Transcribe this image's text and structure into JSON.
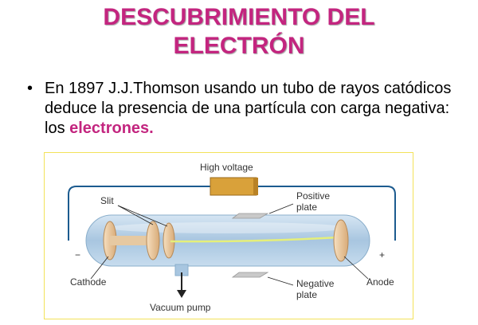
{
  "title": {
    "line1": "DESCUBRIMIENTO DEL",
    "line2": "ELECTRÓN"
  },
  "bullet": {
    "symbol": "•",
    "text": "En 1897 J.J.Thomson usando un tubo de rayos catódicos deduce la presencia de una partícula con carga negativa: los ",
    "highlight": "electrones."
  },
  "diagram": {
    "high_voltage": "High voltage",
    "slit": "Slit",
    "positive_plate_1": "Positive",
    "positive_plate_2": "plate",
    "negative_plate_1": "Negative",
    "negative_plate_2": "plate",
    "cathode": "Cathode",
    "anode": "Anode",
    "vacuum_pump": "Vacuum pump",
    "minus": "−",
    "plus": "+"
  },
  "colors": {
    "title": "#c3257f",
    "highlight": "#c3257f",
    "tube": "#bcd6ea",
    "wire": "#1c5b8f",
    "frame": "#f3e25a",
    "electrode": "#e9c79c",
    "battery": "#d9a13a",
    "beam": "#e5ef7a"
  }
}
